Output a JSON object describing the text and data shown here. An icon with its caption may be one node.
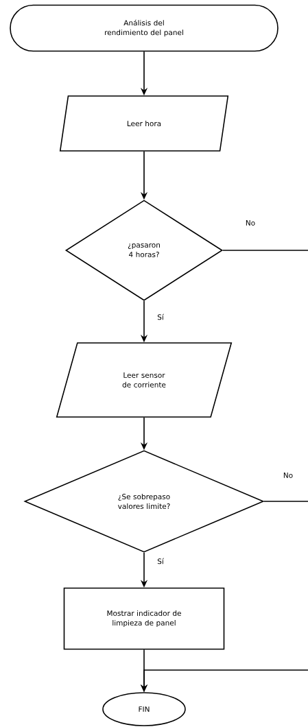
{
  "diagram": {
    "nodes": [
      {
        "text": [
          "Análisis del rendimiento del panel"
        ]
      },
      {
        "text": [
          "Leer hora"
        ]
      },
      {
        "text": [
          "¿pasaron 4 horas?"
        ]
      },
      {
        "text": [
          "Leer sensor de corriente"
        ]
      },
      {
        "text": [
          "¿Se sobrepaso valores limite?"
        ]
      },
      {
        "text": [
          "Mostrar indicador de limpieza de panel"
        ]
      },
      {
        "text": [
          "FIN"
        ]
      }
    ],
    "edges": [
      {
        "from": 0,
        "to": 1,
        "arrow": "to"
      },
      {
        "from": 1,
        "to": 2,
        "arrow": "to"
      },
      {
        "from": 2,
        "to": 3,
        "arrow": "to",
        "label": "Sí"
      },
      {
        "from": 3,
        "to": 4,
        "arrow": "to"
      },
      {
        "from": 4,
        "to": 5,
        "arrow": "to",
        "label": "Sí"
      },
      {
        "from": 5,
        "to": 6,
        "arrow": "to"
      },
      {
        "from": 2,
        "to": null,
        "arrow": "none",
        "label": "No"
      },
      {
        "from": 4,
        "to": null,
        "arrow": "none",
        "label": "No"
      },
      {
        "from": null,
        "to": 6,
        "arrow": "to"
      }
    ]
  }
}
